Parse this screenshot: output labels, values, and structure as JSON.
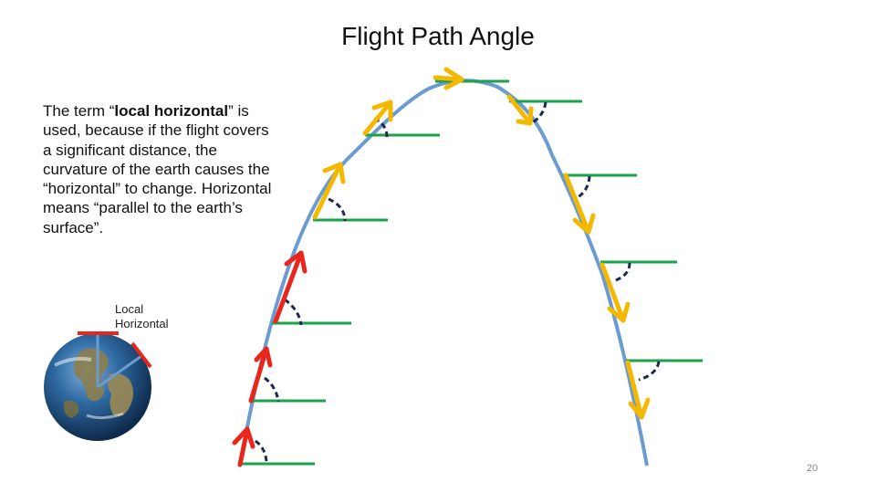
{
  "slide": {
    "title": "Flight Path Angle",
    "description_before": "The term “",
    "description_bold": "local horizontal",
    "description_after": "” is used, because if the flight covers a significant distance, the curvature of the earth causes the “horizontal” to change. Horizontal means “parallel to the earth’s surface”.",
    "local_horizontal_label": "Local Horizontal",
    "slide_number": "20"
  },
  "colors": {
    "trajectory": "#6a9bd1",
    "horizontal": "#1aa34a",
    "velocity_climb": "#e8261c",
    "velocity_level": "#f5b800",
    "angle_arc": "#1b2a4e",
    "earth_ocean": "#2a5a8c",
    "earth_land": "#8a7a4a"
  }
}
